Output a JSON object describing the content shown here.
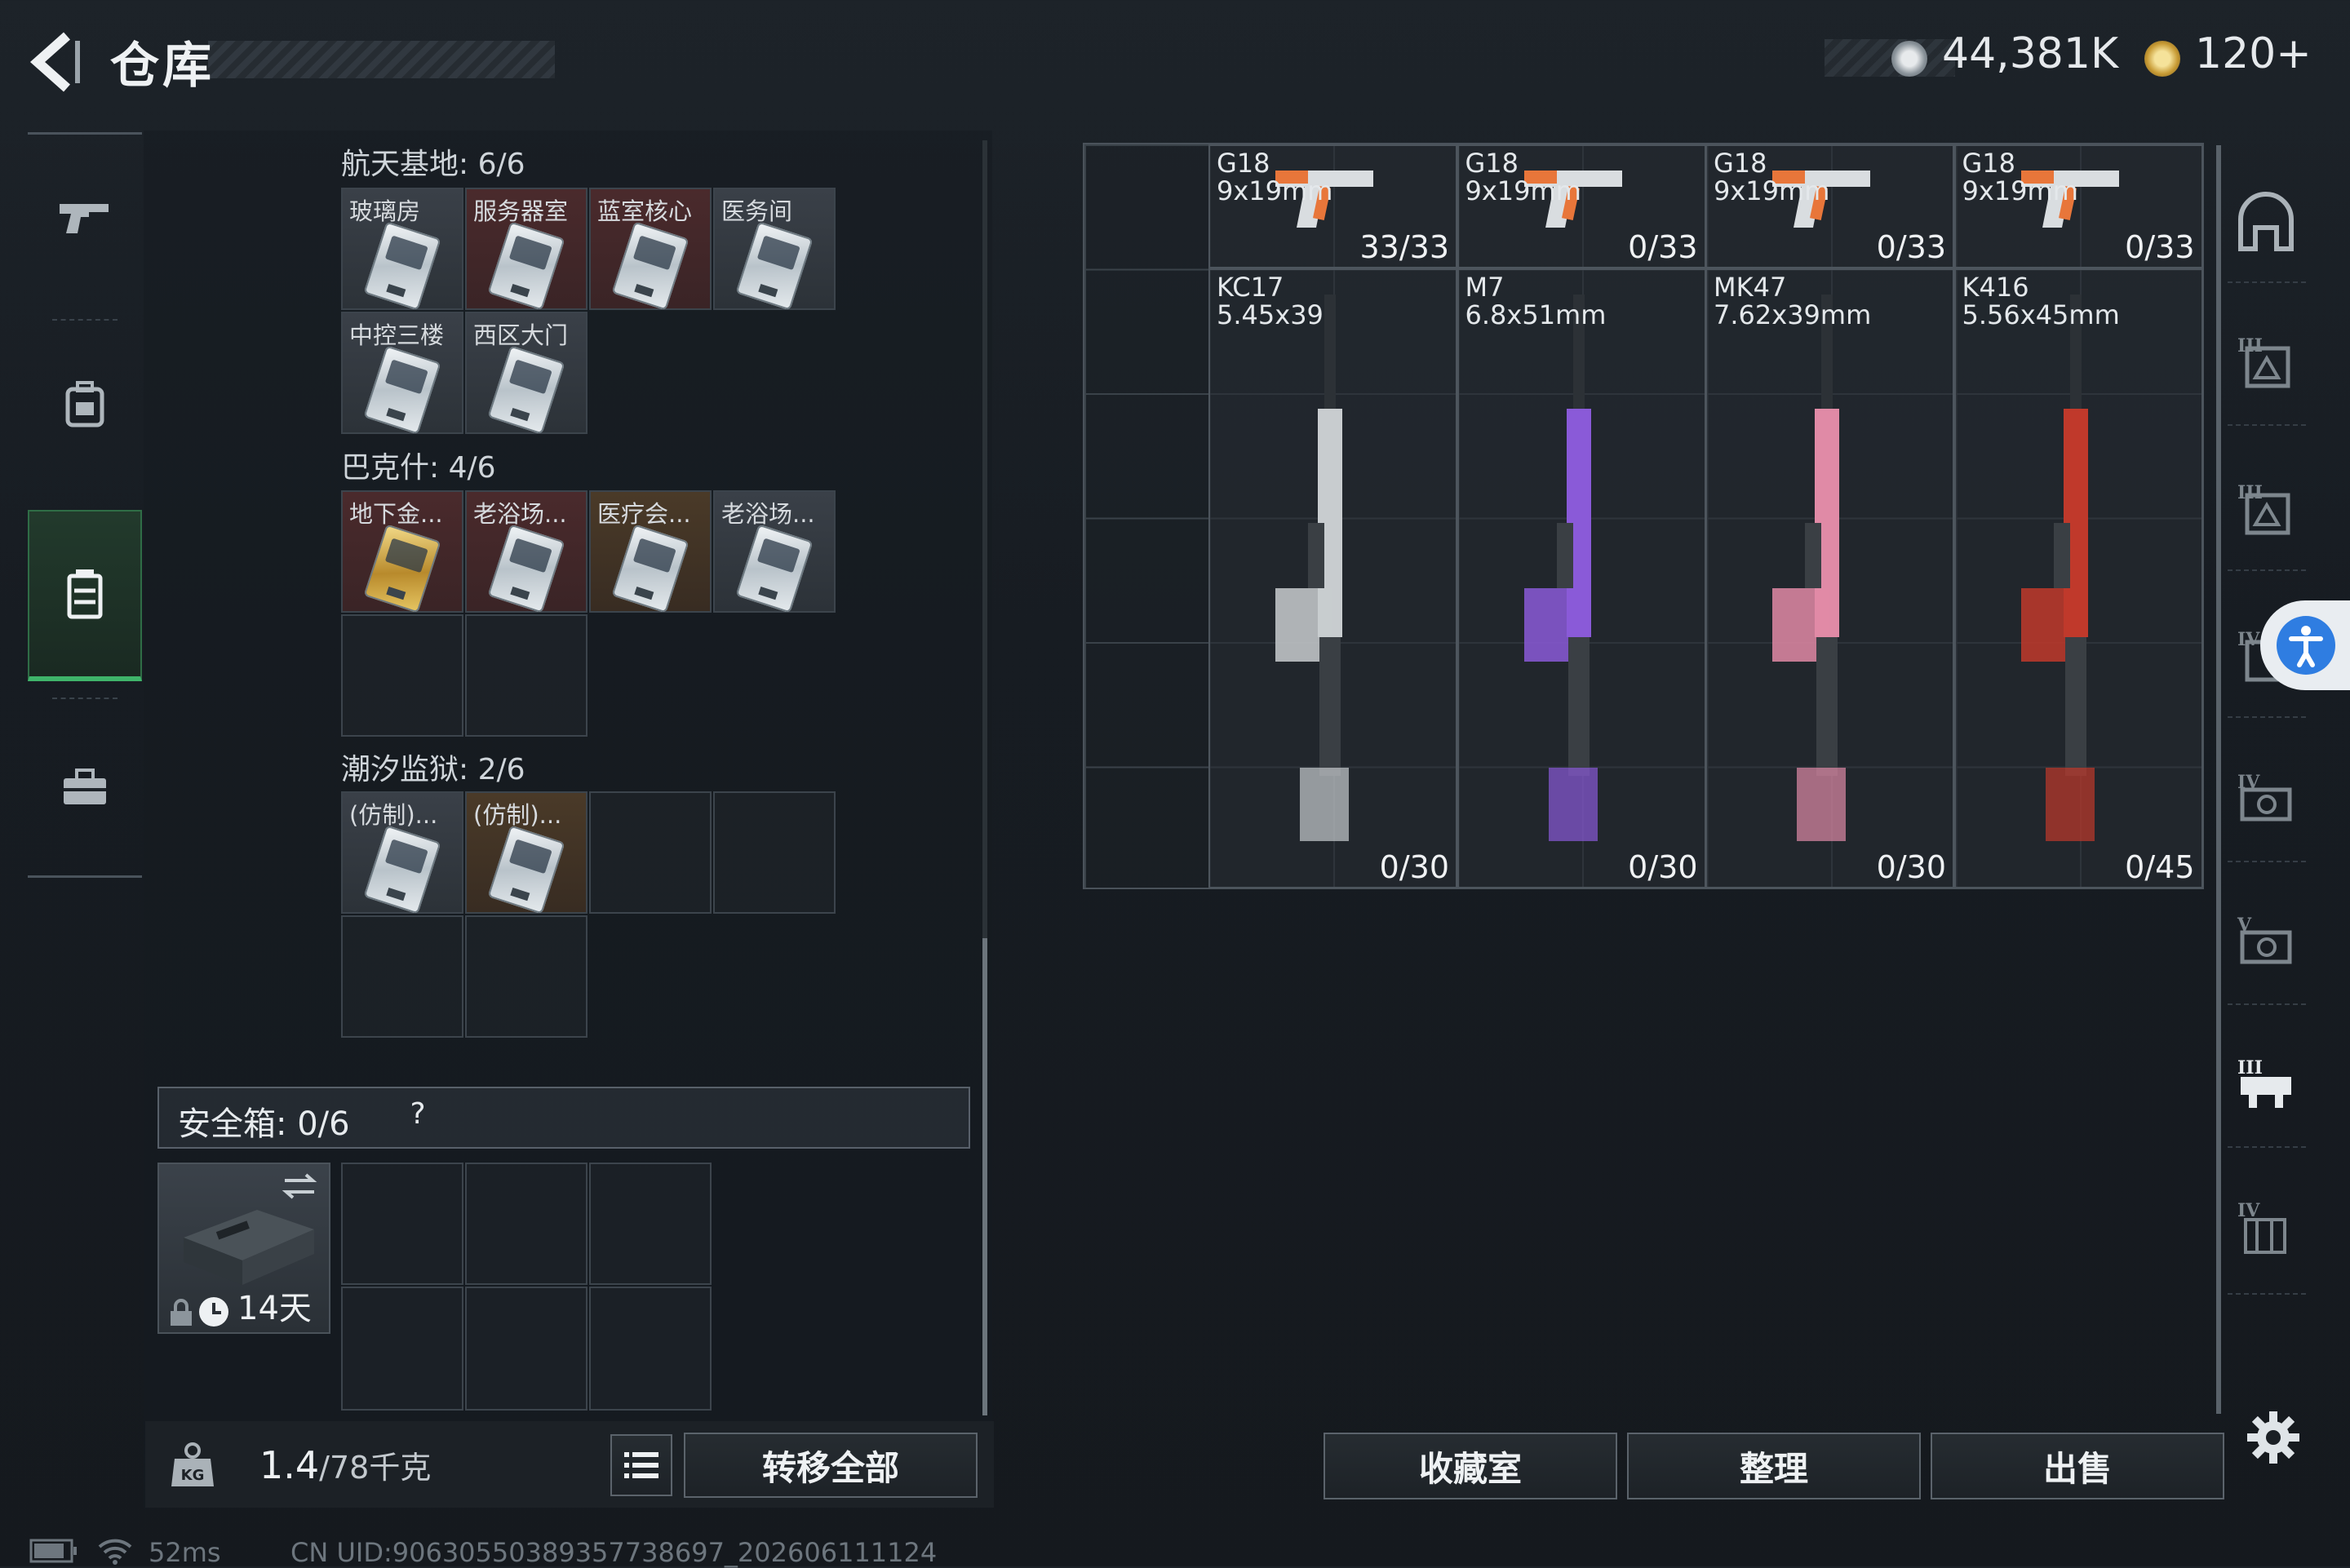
{
  "header": {
    "title": "仓库",
    "currency_primary": "44,381K",
    "currency_secondary": "120+"
  },
  "left_rail": {
    "items": [
      "weapon-icon",
      "backpack-icon",
      "storage-icon",
      "toolbox-icon"
    ],
    "active_index": 2
  },
  "keycards": {
    "sections": [
      {
        "title": "航天基地: 6/6",
        "cards": [
          {
            "label": "玻璃房",
            "tone": "gray"
          },
          {
            "label": "服务器室",
            "tone": "red"
          },
          {
            "label": "蓝室核心",
            "tone": "red"
          },
          {
            "label": "医务间",
            "tone": "gray"
          },
          {
            "label": "中控三楼",
            "tone": "gray"
          },
          {
            "label": "西区大门",
            "tone": "gray"
          }
        ]
      },
      {
        "title": "巴克什: 4/6",
        "cards": [
          {
            "label": "地下金...",
            "tone": "red",
            "gold": true
          },
          {
            "label": "老浴场...",
            "tone": "red"
          },
          {
            "label": "医疗会...",
            "tone": "gold"
          },
          {
            "label": "老浴场...",
            "tone": "gray"
          }
        ]
      },
      {
        "title": "潮汐监狱: 2/6",
        "cards": [
          {
            "label": "(仿制)...",
            "tone": "gray"
          },
          {
            "label": "(仿制)...",
            "tone": "gold"
          }
        ]
      }
    ]
  },
  "safe_box": {
    "label": "安全箱: 0/6",
    "help": "?",
    "timer": "14天"
  },
  "bottom_left": {
    "weight": "1.4",
    "weight_max": "/78千克",
    "transfer_all": "转移全部"
  },
  "weapons": [
    {
      "name": "G18",
      "caliber": "9x19mm",
      "ammo": "33/33",
      "kind": "pistol"
    },
    {
      "name": "G18",
      "caliber": "9x19mm",
      "ammo": "0/33",
      "kind": "pistol"
    },
    {
      "name": "G18",
      "caliber": "9x19mm",
      "ammo": "0/33",
      "kind": "pistol"
    },
    {
      "name": "G18",
      "caliber": "9x19mm",
      "ammo": "0/33",
      "kind": "pistol"
    },
    {
      "name": "KC17",
      "caliber": "5.45x39",
      "ammo": "0/30",
      "kind": "rifle",
      "color": "#c8cccf"
    },
    {
      "name": "M7",
      "caliber": "6.8x51mm",
      "ammo": "0/30",
      "kind": "rifle",
      "color": "#8a5ad8"
    },
    {
      "name": "MK47",
      "caliber": "7.62x39mm",
      "ammo": "0/30",
      "kind": "rifle",
      "color": "#e08aa6"
    },
    {
      "name": "K416",
      "caliber": "5.56x45mm",
      "ammo": "0/45",
      "kind": "rifle",
      "color": "#c0392b"
    }
  ],
  "actions": {
    "collection": "收藏室",
    "organize": "整理",
    "sell": "出售"
  },
  "status_bar": {
    "ping": "52ms",
    "uid": "CN UID:9063055038935773869​7_202606111124"
  },
  "colors": {
    "active_tab": "#3fb46a",
    "card_red": "#4a2a2c",
    "card_gold": "#4a3a28"
  }
}
